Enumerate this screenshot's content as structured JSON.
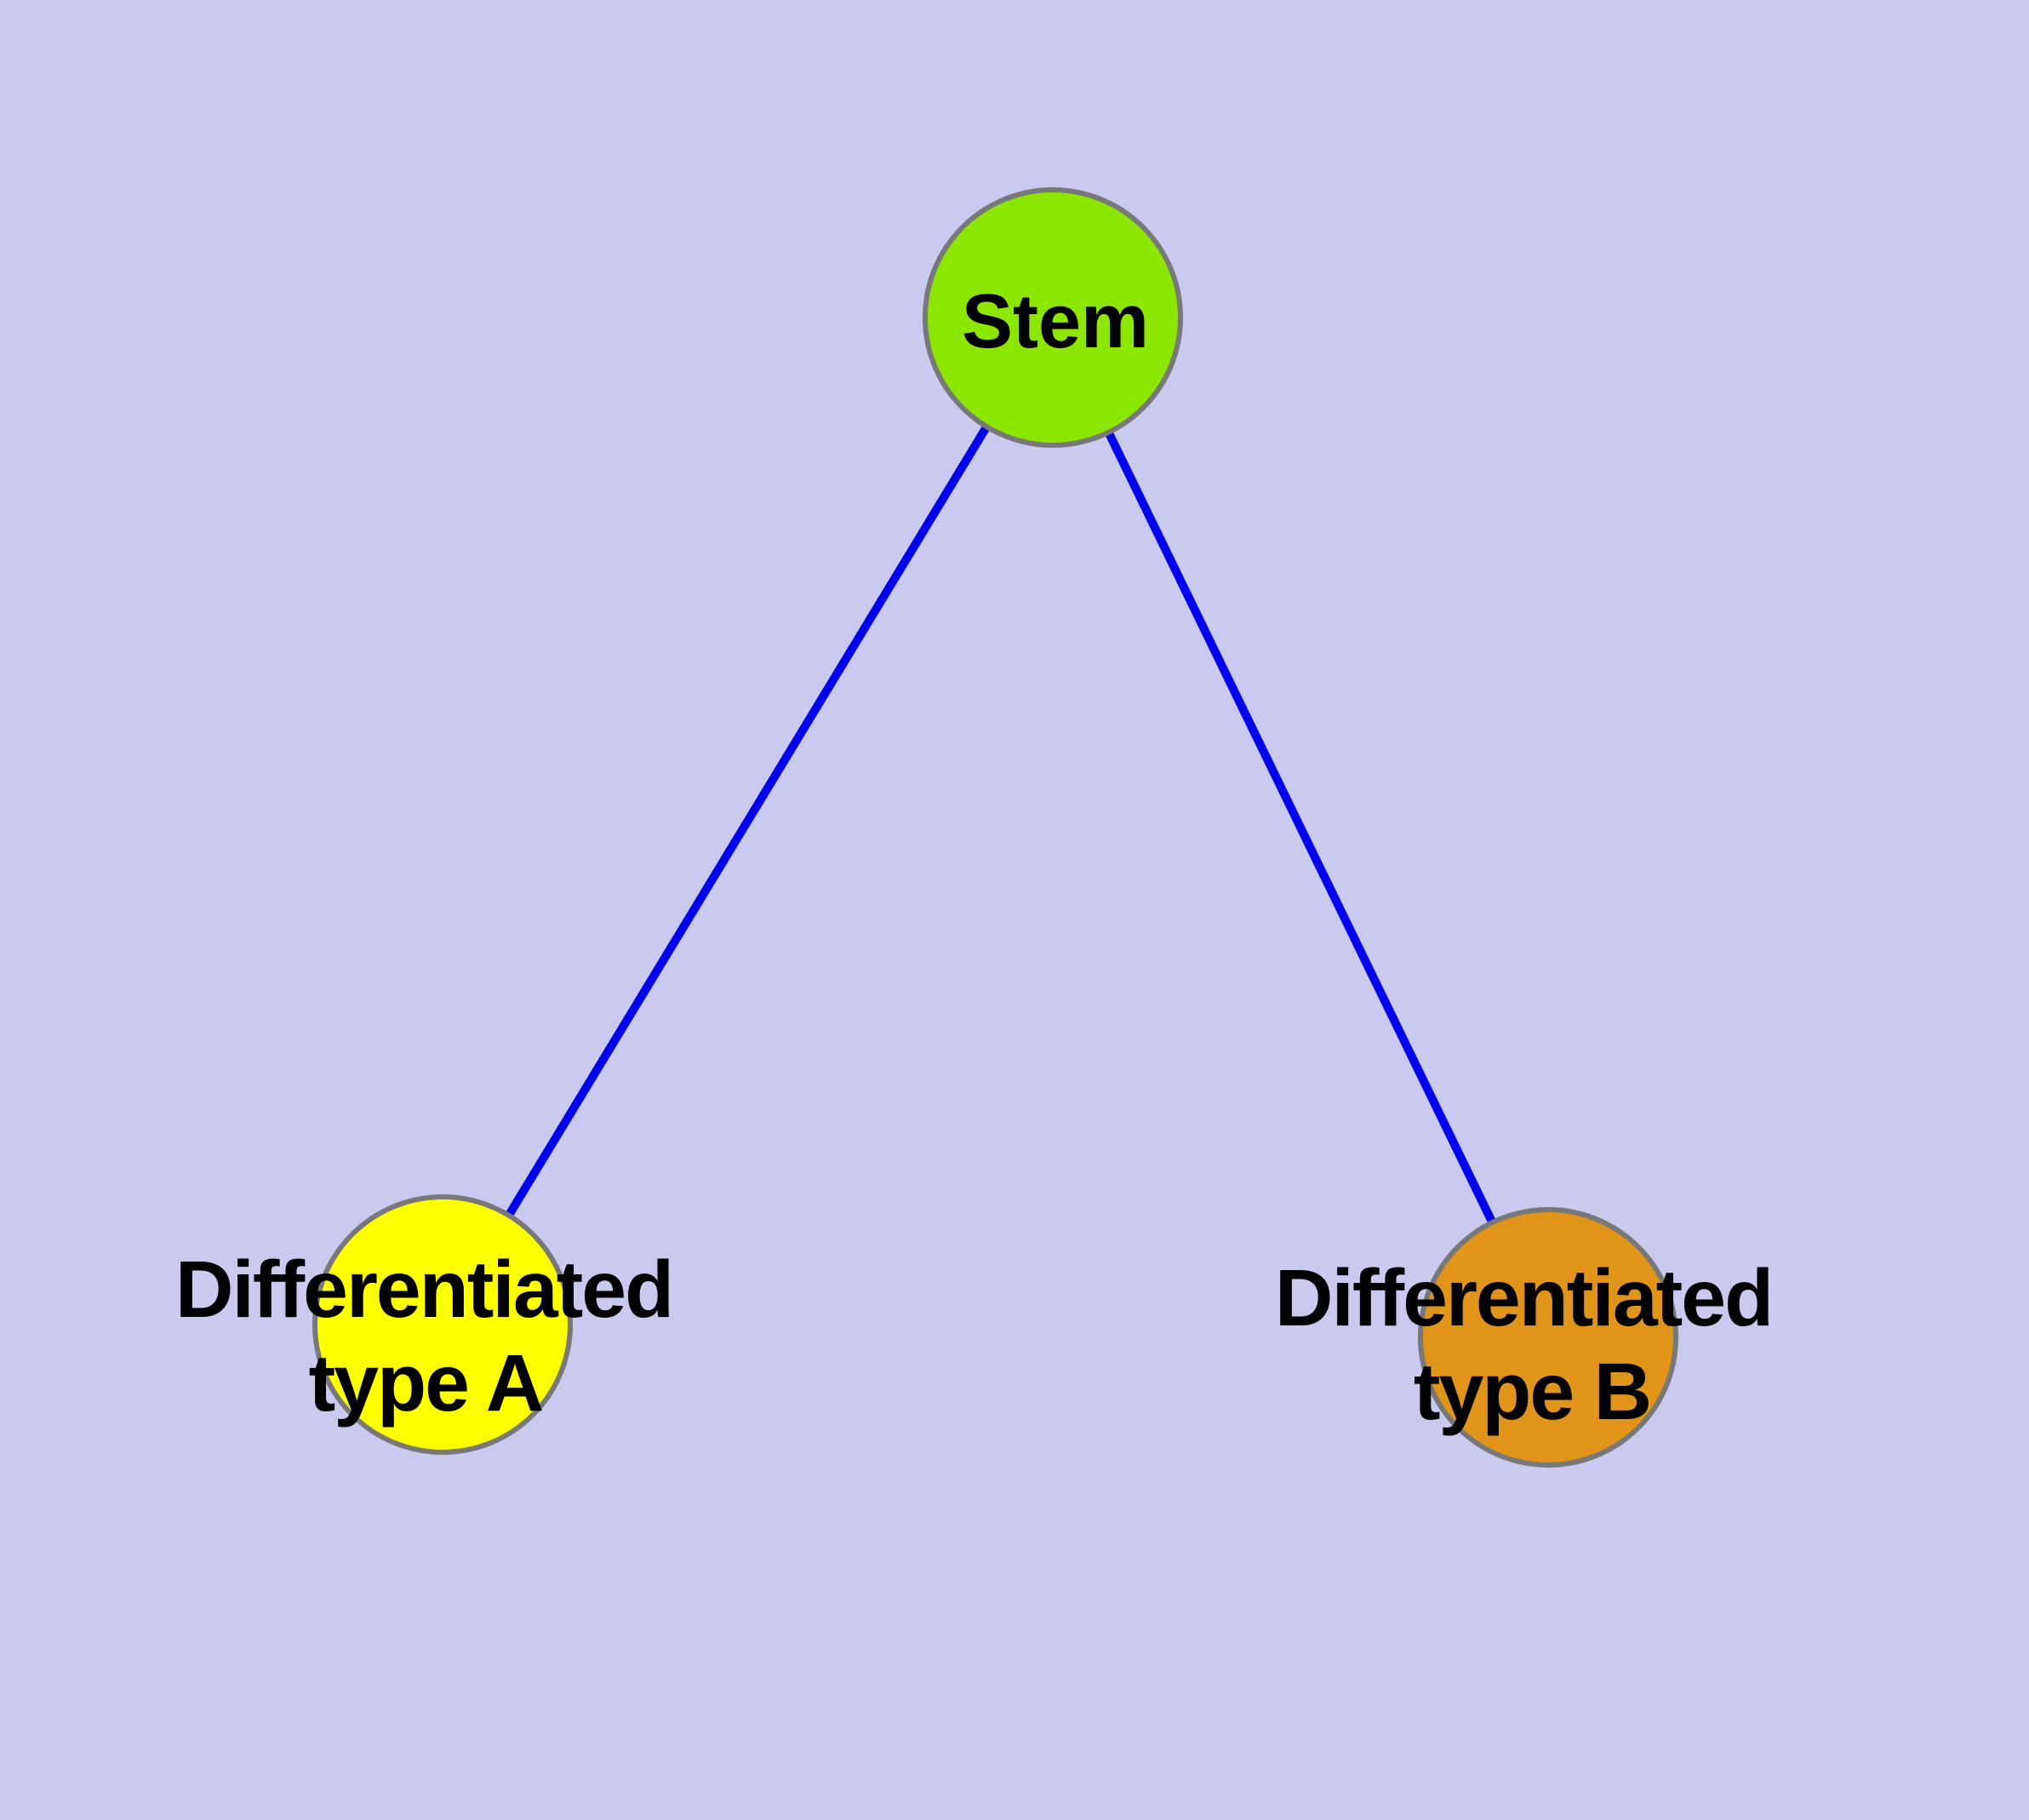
{
  "diagram": {
    "type": "graph",
    "background_color": "#cacaf0",
    "edge_color": "#0000ee",
    "node_border_color": "#787878",
    "label_color": "#000000",
    "nodes": {
      "stem": {
        "label": "Stem",
        "fill_color": "#8ce600"
      },
      "type_a": {
        "label_line1": "Differentiated",
        "label_line2": "type A",
        "fill_color": "#ffff00"
      },
      "type_b": {
        "label_line1": "Differentiated",
        "label_line2": "type B",
        "fill_color": "#e0941a"
      }
    },
    "edges": [
      {
        "from": "Stem",
        "to": "Differentiated type A"
      },
      {
        "from": "Stem",
        "to": "Differentiated type B"
      }
    ]
  }
}
